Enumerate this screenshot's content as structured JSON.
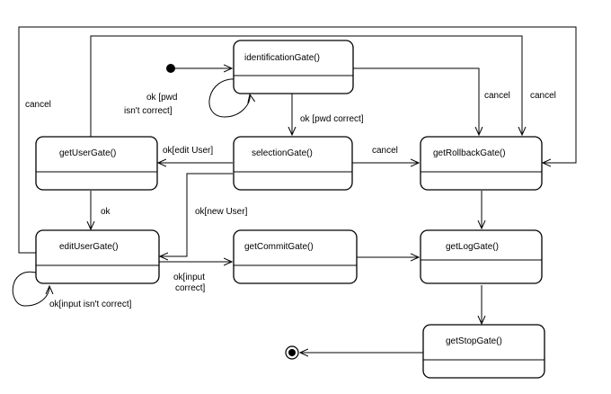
{
  "states": {
    "identification": "identificationGate()",
    "get_user": "getUserGate()",
    "selection": "selectionGate()",
    "get_rollback": "getRollbackGate()",
    "edit_user": "editUserGate()",
    "get_commit": "getCommitGate()",
    "get_log": "getLogGate()",
    "get_stop": "getStopGate()"
  },
  "transitions": {
    "cancel_left": "cancel",
    "pwd_incorrect_line1": "ok [pwd",
    "pwd_incorrect_line2": "isn't correct]",
    "pwd_correct": "ok [pwd correct]",
    "cancel_mid": "cancel",
    "cancel_right": "cancel",
    "edit_user": "ok[edit User]",
    "selection_cancel": "cancel",
    "ok": "ok",
    "new_user": "ok[new User]",
    "input_correct_line1": "ok[input",
    "input_correct_line2": "correct]",
    "input_incorrect": "ok[input isn't correct]"
  }
}
